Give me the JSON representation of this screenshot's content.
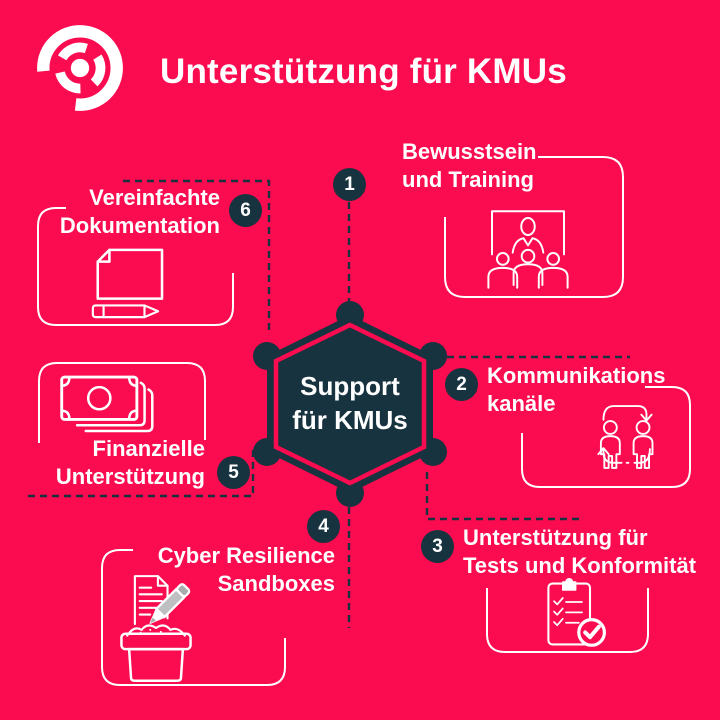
{
  "colors": {
    "background": "#FB0B4F",
    "navy": "#17333F",
    "white": "#FFFFFF",
    "pencil_gray": "#BDBFC1",
    "eraser_gray": "#A9ACAE"
  },
  "header": {
    "title": "Unterstützung für KMUs",
    "logo_icon": "shutter-logo-icon"
  },
  "center_hexagon": {
    "line1": "Support",
    "line2": "für KMUs"
  },
  "items": [
    {
      "number": "1",
      "label_lines": [
        "Bewusstsein",
        "und Training"
      ],
      "icon": "training-presentation-icon"
    },
    {
      "number": "2",
      "label_lines": [
        "Kommunikations",
        "kanäle"
      ],
      "icon": "communication-exchange-icon"
    },
    {
      "number": "3",
      "label_lines": [
        "Unterstützung für",
        "Tests und Konformität"
      ],
      "icon": "compliance-checklist-icon"
    },
    {
      "number": "4",
      "label_lines": [
        "Cyber Resilience",
        "Sandboxes"
      ],
      "icon": "sandbox-pencil-icon"
    },
    {
      "number": "5",
      "label_lines": [
        "Finanzielle",
        "Unterstützung"
      ],
      "icon": "banknotes-icon"
    },
    {
      "number": "6",
      "label_lines": [
        "Vereinfachte",
        "Dokumentation"
      ],
      "icon": "document-pencil-icon"
    }
  ]
}
